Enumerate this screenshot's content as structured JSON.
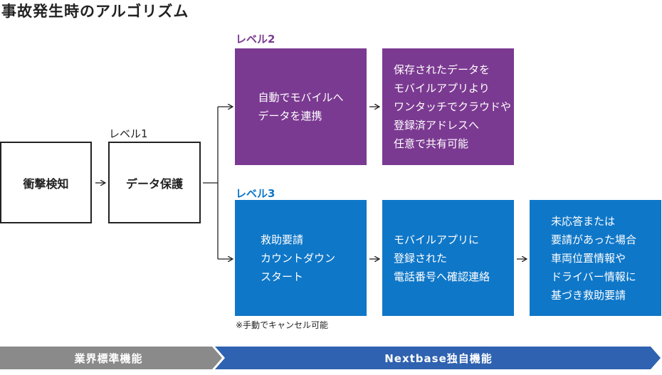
{
  "title": "事故発生時のアルゴリズム",
  "nodes": {
    "impact": "衝撃検知",
    "data_protect": "データ保護",
    "l2_auto": "自動でモバイルへ\nデータを連携",
    "l2_share": "保存されたデータを\nモバイルアプリより\nワンタッチでクラウドや\n登録済アドレスへ\n任意で共有可能",
    "l3_rescue": "救助要請\nカウントダウン\nスタート",
    "l3_call": "モバイルアプリに\n登録された\n電話番号へ確認連絡",
    "l3_info": "未応答または\n要請があった場合\n車両位置情報や\nドライバー情報に\n基づき救助要請"
  },
  "levels": {
    "level1": "レベル1",
    "level2": "レベル2",
    "level3": "レベル3"
  },
  "note": "※手動でキャンセル可能",
  "banner": {
    "left": "業界標準機能",
    "right": "Nextbase独自機能"
  },
  "colors": {
    "purple": "#7b3a91",
    "blue": "#0f77c8",
    "banner_gray": "#8a8a8a",
    "banner_blue": "#2f62b0"
  }
}
